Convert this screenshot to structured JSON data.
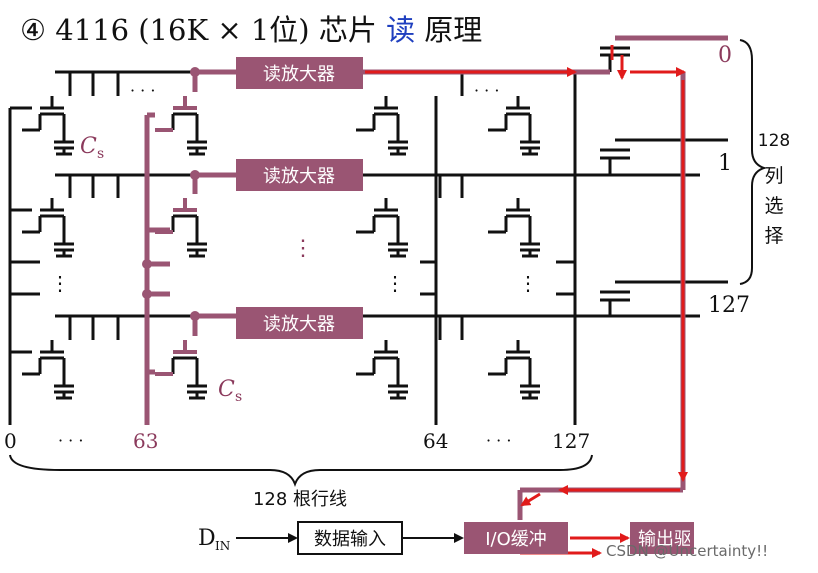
{
  "title": {
    "prefix": "④ 4116 (16K × 1位) 芯片",
    "highlight": "读",
    "suffix": "原理",
    "highlight_color": "#1f3fbf"
  },
  "colors": {
    "wire": "#111111",
    "bus": "#9a5573",
    "box_fill": "#9a5573",
    "box_text": "#ffffff",
    "arrow": "#e11b1b",
    "maroon_text": "#8b3a5c"
  },
  "sense_amp_label": "读放大器",
  "cap_label": {
    "symbol": "C",
    "subscript": "s"
  },
  "dots": {
    "h": "· · ·",
    "v": "⋮"
  },
  "bottom_labels": {
    "col0": "0",
    "col63": "63",
    "col64": "64",
    "col127": "127",
    "dots": "· · ·"
  },
  "row_lines_label": "128 根行线",
  "column_select": {
    "label_0": "0",
    "label_1": "1",
    "label_127": "127",
    "title_chars": [
      "128",
      "列",
      "选",
      "择"
    ]
  },
  "io": {
    "din_main": "D",
    "din_sub": "IN",
    "data_in_label": "数据输入",
    "io_buffer_label": "I/O缓冲",
    "output_label": "输出驱"
  },
  "watermark": "CSDN @Uncertainty!!"
}
